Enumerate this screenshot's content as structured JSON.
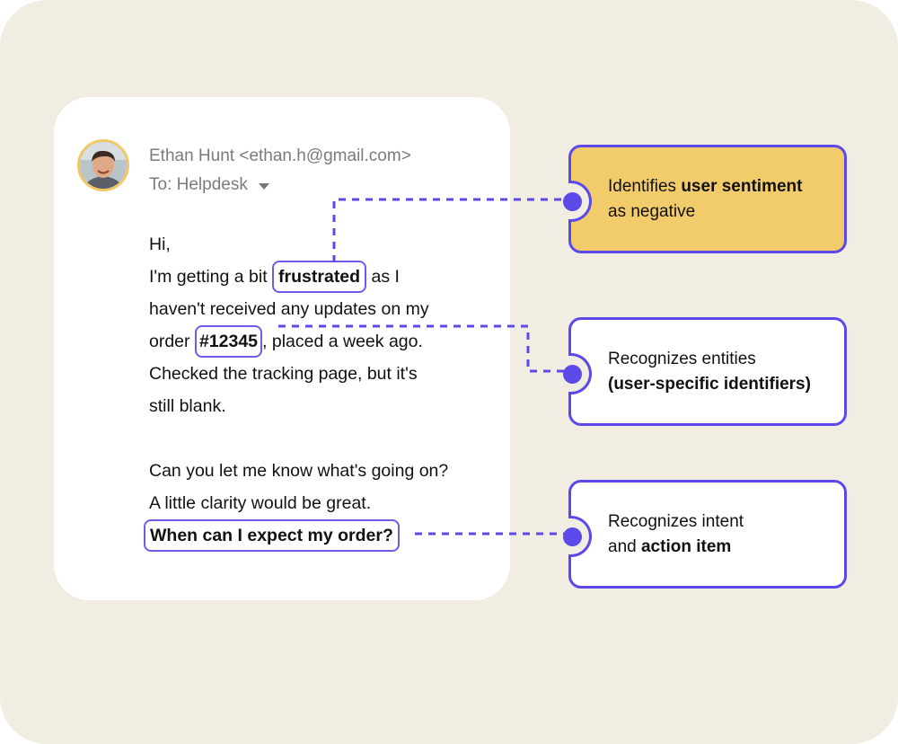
{
  "email": {
    "sender": "Ethan Hunt <ethan.h@gmail.com>",
    "recipient_prefix": "To: ",
    "recipient": "Helpdesk",
    "greeting": "Hi,",
    "line1_pre": "I'm getting a bit ",
    "line1_highlight": "frustrated",
    "line1_post": " as I",
    "line2": "haven't received any updates on my",
    "line3_pre": "order ",
    "line3_highlight": "#12345",
    "line3_post": ", placed a week ago.",
    "line4": "Checked the tracking page, but it's",
    "line5": "still blank.",
    "line6": "Can you let me know what's going on?",
    "line7": "A little clarity would be great.",
    "line8_highlight": "When can I expect my order?"
  },
  "annotations": [
    {
      "line1_pre": "Identifies ",
      "line1_bold": "user sentiment",
      "line2": "as negative"
    },
    {
      "line1": "Recognizes entities",
      "line2_bold": "(user-specific identifiers)"
    },
    {
      "line1": "Recognizes intent",
      "line2_pre": "and ",
      "line2_bold": "action item"
    }
  ],
  "colors": {
    "accent": "#5b49e9",
    "highlight_border": "#6d5ce8",
    "sentiment_fill": "#f2cb6b",
    "background": "#f1ede3",
    "avatar_ring": "#f1c768"
  },
  "icons": {
    "avatar": "user-photo",
    "dropdown": "caret-down-icon"
  }
}
